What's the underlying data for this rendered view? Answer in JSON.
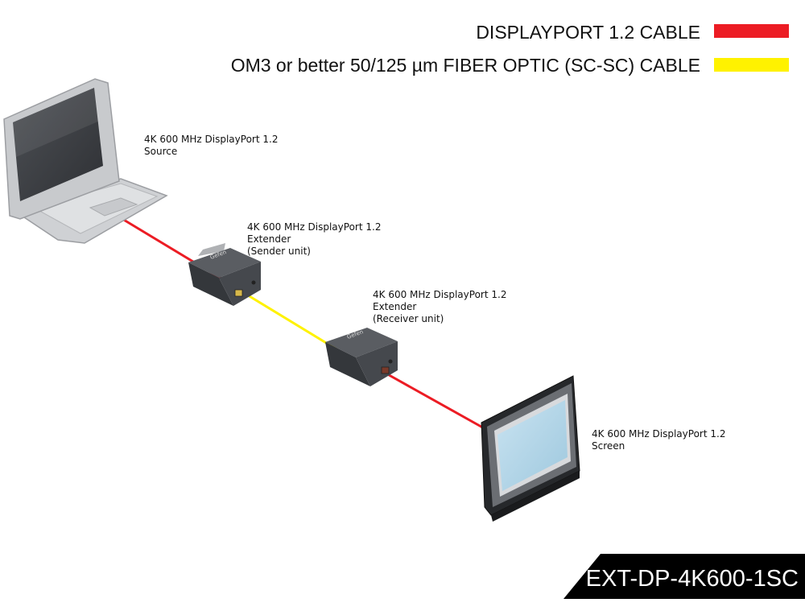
{
  "legend": [
    {
      "label": "DISPLAYPORT 1.2 CABLE",
      "color": "#ec1c24"
    },
    {
      "label": "OM3 or better 50/125 µm FIBER OPTIC (SC-SC) CABLE",
      "color": "#fff200"
    }
  ],
  "devices": {
    "source": {
      "line1": "4K 600 MHz DisplayPort 1.2",
      "line2": "Source"
    },
    "sender": {
      "line1": "4K 600 MHz DisplayPort 1.2",
      "line2": "Extender",
      "line3": "(Sender unit)"
    },
    "receiver": {
      "line1": "4K 600 MHz DisplayPort 1.2",
      "line2": "Extender",
      "line3": "(Receiver unit)"
    },
    "screen": {
      "line1": "4K 600 MHz DisplayPort 1.2",
      "line2": "Screen"
    }
  },
  "unit_brand": "Gefen",
  "model": "EXT-DP-4K600-1SC",
  "colors": {
    "dp_cable": "#ec1c24",
    "fiber_cable": "#fff200",
    "banner": "#000000"
  }
}
